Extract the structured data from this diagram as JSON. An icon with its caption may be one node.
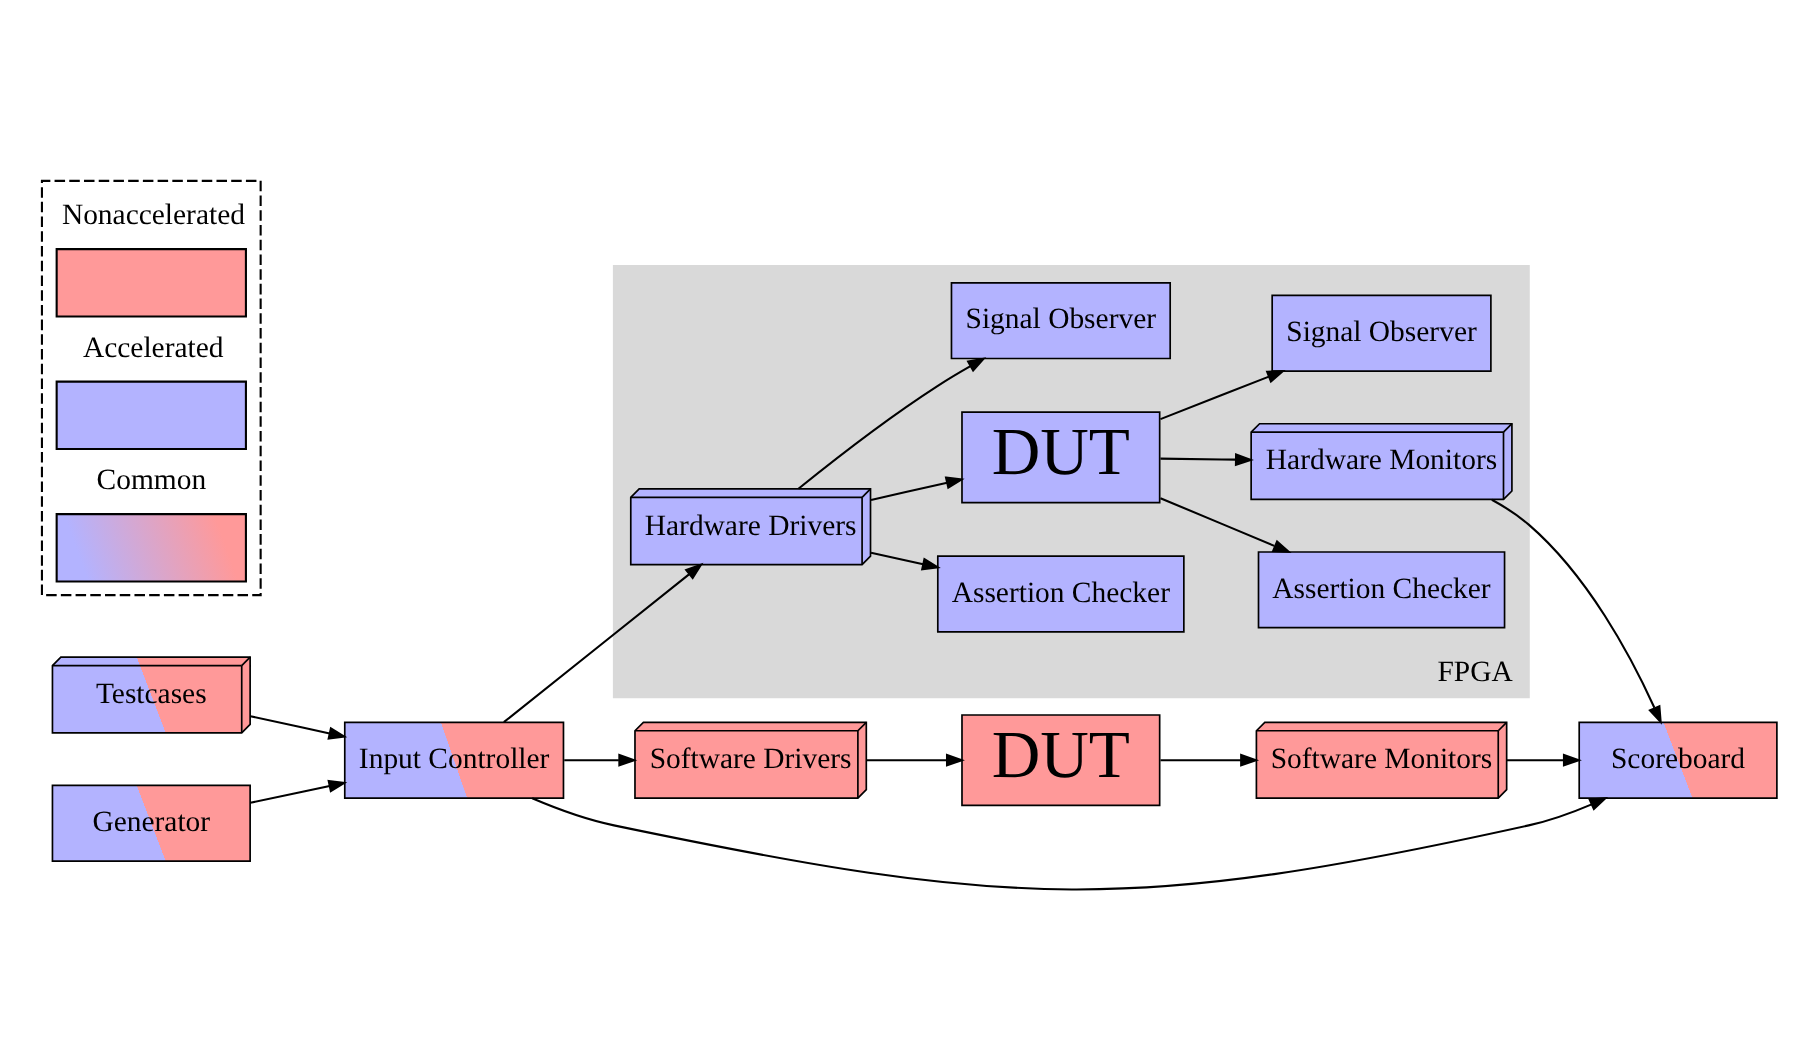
{
  "diagram": {
    "nodes": [
      {
        "text": [
          "Testcases"
        ]
      },
      {
        "text": [
          "Generator"
        ]
      },
      {
        "text": [
          "Input Controller"
        ]
      },
      {
        "text": [
          "Software Drivers"
        ]
      },
      {
        "text": [
          "DUT"
        ]
      },
      {
        "text": [
          "Software Monitors"
        ]
      },
      {
        "text": [
          "Scoreboard"
        ]
      },
      {
        "text": [
          "FPGA"
        ]
      },
      {
        "text": [
          "Assertion Checker"
        ],
        "in": 7
      },
      {
        "text": [
          "Assertion Checker"
        ],
        "in": 7
      },
      {
        "text": [
          "Hardware Drivers"
        ],
        "in": 7
      },
      {
        "text": [
          "DUT"
        ],
        "in": 7
      },
      {
        "text": [
          "Hardware Monitors"
        ],
        "in": 7
      },
      {
        "text": [
          "Signal Observer"
        ],
        "in": 7
      },
      {
        "text": [
          "Signal Observer"
        ],
        "in": 7
      }
    ],
    "edges": [
      {
        "from": 0,
        "to": 2,
        "arrow": "to"
      },
      {
        "from": 1,
        "to": 2,
        "arrow": "to"
      },
      {
        "from": 2,
        "to": 3,
        "arrow": "to"
      },
      {
        "from": 3,
        "to": 4,
        "arrow": "to"
      },
      {
        "from": 4,
        "to": 5,
        "arrow": "to"
      },
      {
        "from": 5,
        "to": 6,
        "arrow": "to"
      },
      {
        "from": 2,
        "to": 6,
        "arrow": "to"
      },
      {
        "from": 2,
        "to": 10,
        "arrow": "to"
      },
      {
        "from": 10,
        "to": 11,
        "arrow": "to"
      },
      {
        "from": 10,
        "to": 8,
        "arrow": "to"
      },
      {
        "from": 10,
        "to": 13,
        "arrow": "to"
      },
      {
        "from": 11,
        "to": 12,
        "arrow": "to"
      },
      {
        "from": 11,
        "to": 9,
        "arrow": "to"
      },
      {
        "from": 11,
        "to": 14,
        "arrow": "to"
      },
      {
        "from": 12,
        "to": 6,
        "arrow": "to"
      }
    ],
    "legend": [
      {
        "text": "Nonaccelerated",
        "color": "#ff9999"
      },
      {
        "text": "Accelerated",
        "color": "#b3b3ff"
      },
      {
        "text": "Common"
      }
    ]
  }
}
